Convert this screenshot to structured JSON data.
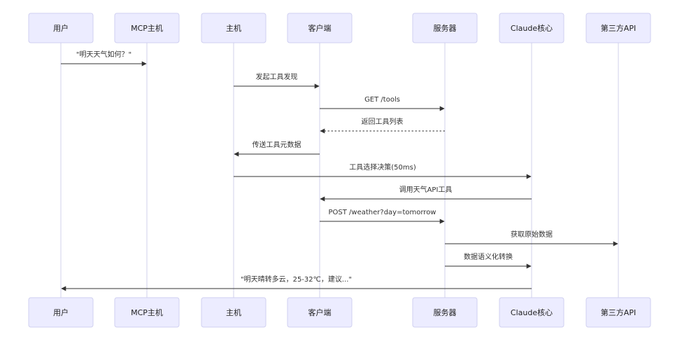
{
  "actors": [
    {
      "id": "user",
      "label": "用户"
    },
    {
      "id": "mcp_host",
      "label": "MCP主机"
    },
    {
      "id": "host",
      "label": "主机"
    },
    {
      "id": "client",
      "label": "客户端"
    },
    {
      "id": "server",
      "label": "服务器"
    },
    {
      "id": "claude",
      "label": "Claude核心"
    },
    {
      "id": "api",
      "label": "第三方API"
    }
  ],
  "messages": [
    {
      "from": 0,
      "to": 1,
      "label": "\"明天天气如何？\"",
      "style": "solid"
    },
    {
      "from": 2,
      "to": 3,
      "label": "发起工具发现",
      "style": "solid"
    },
    {
      "from": 3,
      "to": 4,
      "label": "GET /tools",
      "style": "solid"
    },
    {
      "from": 4,
      "to": 3,
      "label": "返回工具列表",
      "style": "dotted"
    },
    {
      "from": 3,
      "to": 2,
      "label": "传送工具元数据",
      "style": "solid"
    },
    {
      "from": 2,
      "to": 5,
      "label": "工具选择决策(50ms)",
      "style": "solid"
    },
    {
      "from": 5,
      "to": 3,
      "label": "调用天气API工具",
      "style": "solid"
    },
    {
      "from": 3,
      "to": 4,
      "label": "POST /weather?day=tomorrow",
      "style": "solid"
    },
    {
      "from": 4,
      "to": 6,
      "label": "获取原始数据",
      "style": "solid"
    },
    {
      "from": 4,
      "to": 5,
      "label": "数据语义化转换",
      "style": "solid"
    },
    {
      "from": 5,
      "to": 0,
      "label": "\"明天晴转多云，25-32℃，建议...\"",
      "style": "solid"
    }
  ]
}
